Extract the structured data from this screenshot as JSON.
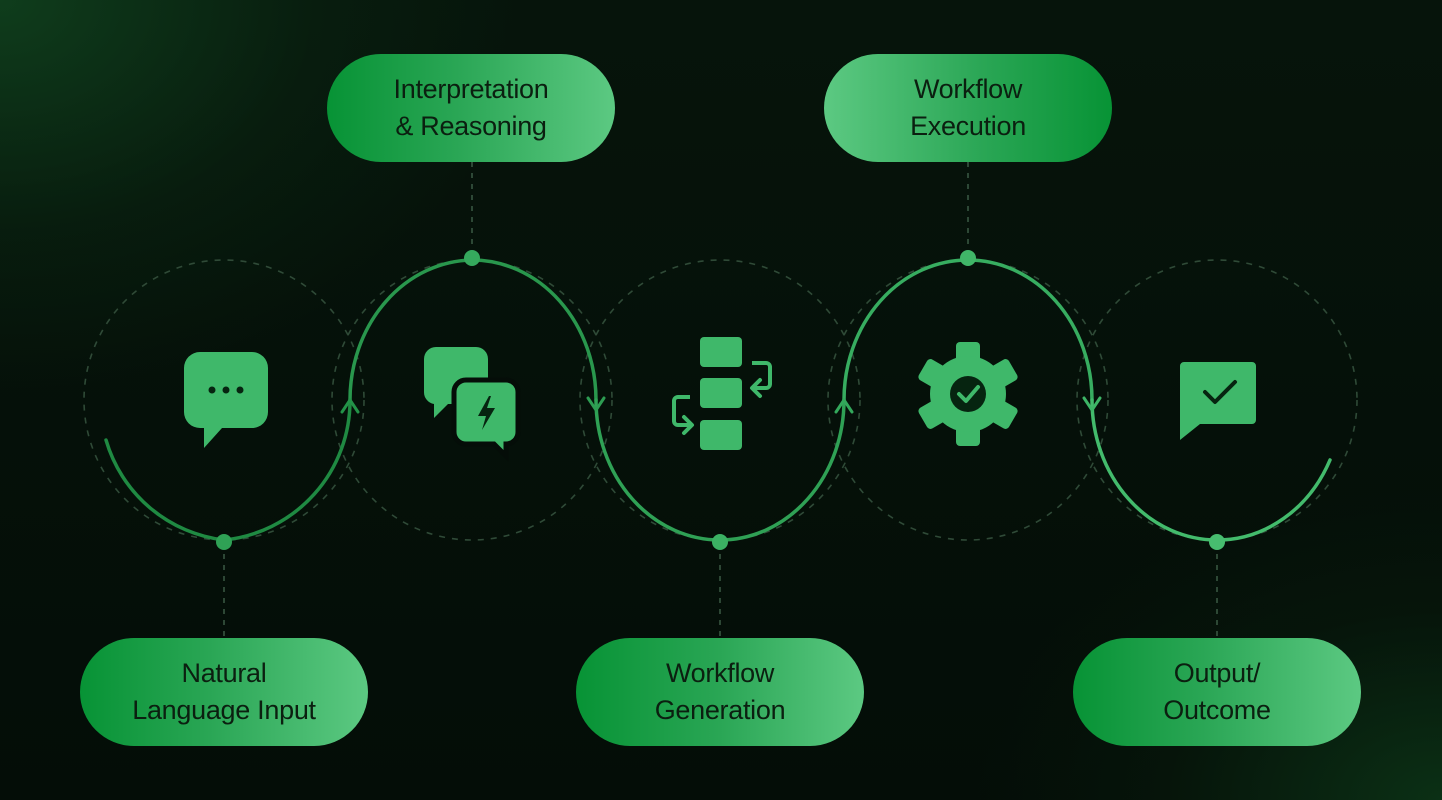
{
  "steps": [
    {
      "line1": "Natural",
      "line2": "Language Input",
      "icon": "chat-bubble-icon"
    },
    {
      "line1": "Interpretation",
      "line2": "& Reasoning",
      "icon": "chat-lightning-icon"
    },
    {
      "line1": "Workflow",
      "line2": "Generation",
      "icon": "workflow-blocks-icon"
    },
    {
      "line1": "Workflow",
      "line2": "Execution",
      "icon": "gear-check-icon"
    },
    {
      "line1": "Output/",
      "line2": "Outcome",
      "icon": "message-check-icon"
    }
  ],
  "colors": {
    "pill_bright": "#5cc982",
    "pill_dark": "#079335",
    "icon": "#3fb86a",
    "path": "#3fb86a",
    "background": "#050d08"
  }
}
